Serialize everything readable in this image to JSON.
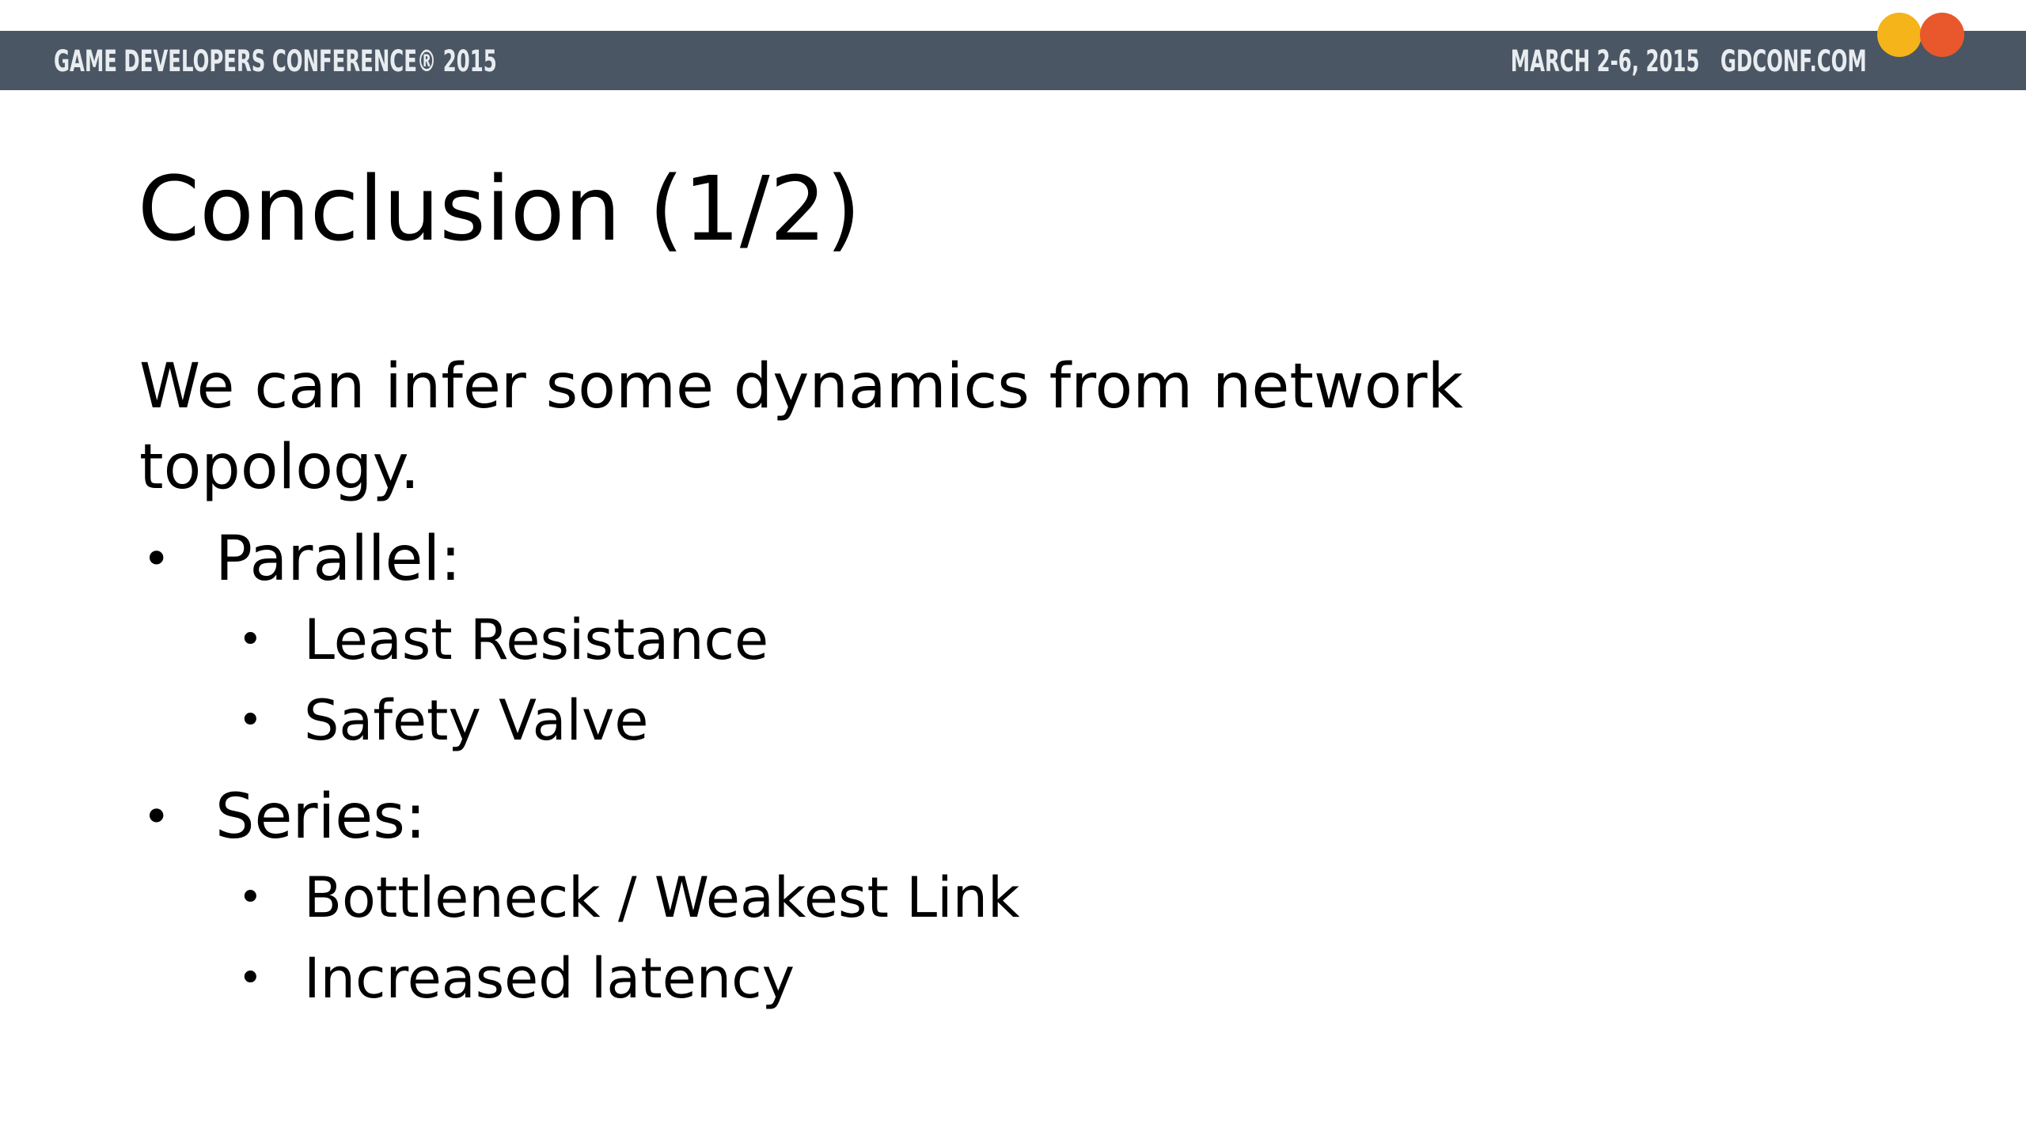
{
  "header": {
    "conference_name": "GAME DEVELOPERS CONFERENCE® 2015",
    "dates": "MARCH 2-6, 2015",
    "website": "GDCONF.COM",
    "bar_color": "#4a5663",
    "logo_colors": [
      "#f4b41a",
      "#e8582c"
    ]
  },
  "slide": {
    "title": "Conclusion (1/2)",
    "intro_line1": "We can infer some dynamics from network",
    "intro_line2": "topology.",
    "bullets": [
      {
        "label": "Parallel:",
        "subitems": [
          "Least Resistance",
          "Safety Valve"
        ]
      },
      {
        "label": "Series:",
        "subitems": [
          "Bottleneck / Weakest Link",
          "Increased latency"
        ]
      }
    ],
    "bullet_glyph": "•"
  }
}
